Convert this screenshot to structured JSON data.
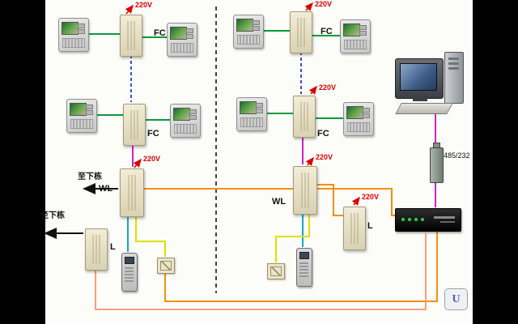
{
  "diagram": {
    "labels": {
      "power": "220V",
      "floor_controller": "FC",
      "wall_linker": "WL",
      "line_unit": "L",
      "converter": "485/232",
      "to_next_building": "至下栋",
      "logo": "U"
    },
    "colors": {
      "power_red": "#dd0000",
      "wire_green": "#0a9a3c",
      "wire_blue_dashed": "#3a4fd0",
      "wire_magenta": "#cc22cc",
      "wire_cyan": "#19a3d1",
      "wire_yellow": "#e0df00",
      "wire_orange": "#f5900a",
      "wire_salmon": "#ff9d7e",
      "unit_box_fill": "#ece5cb",
      "background": "#fcfcf9",
      "letterbox": "#000000"
    }
  }
}
